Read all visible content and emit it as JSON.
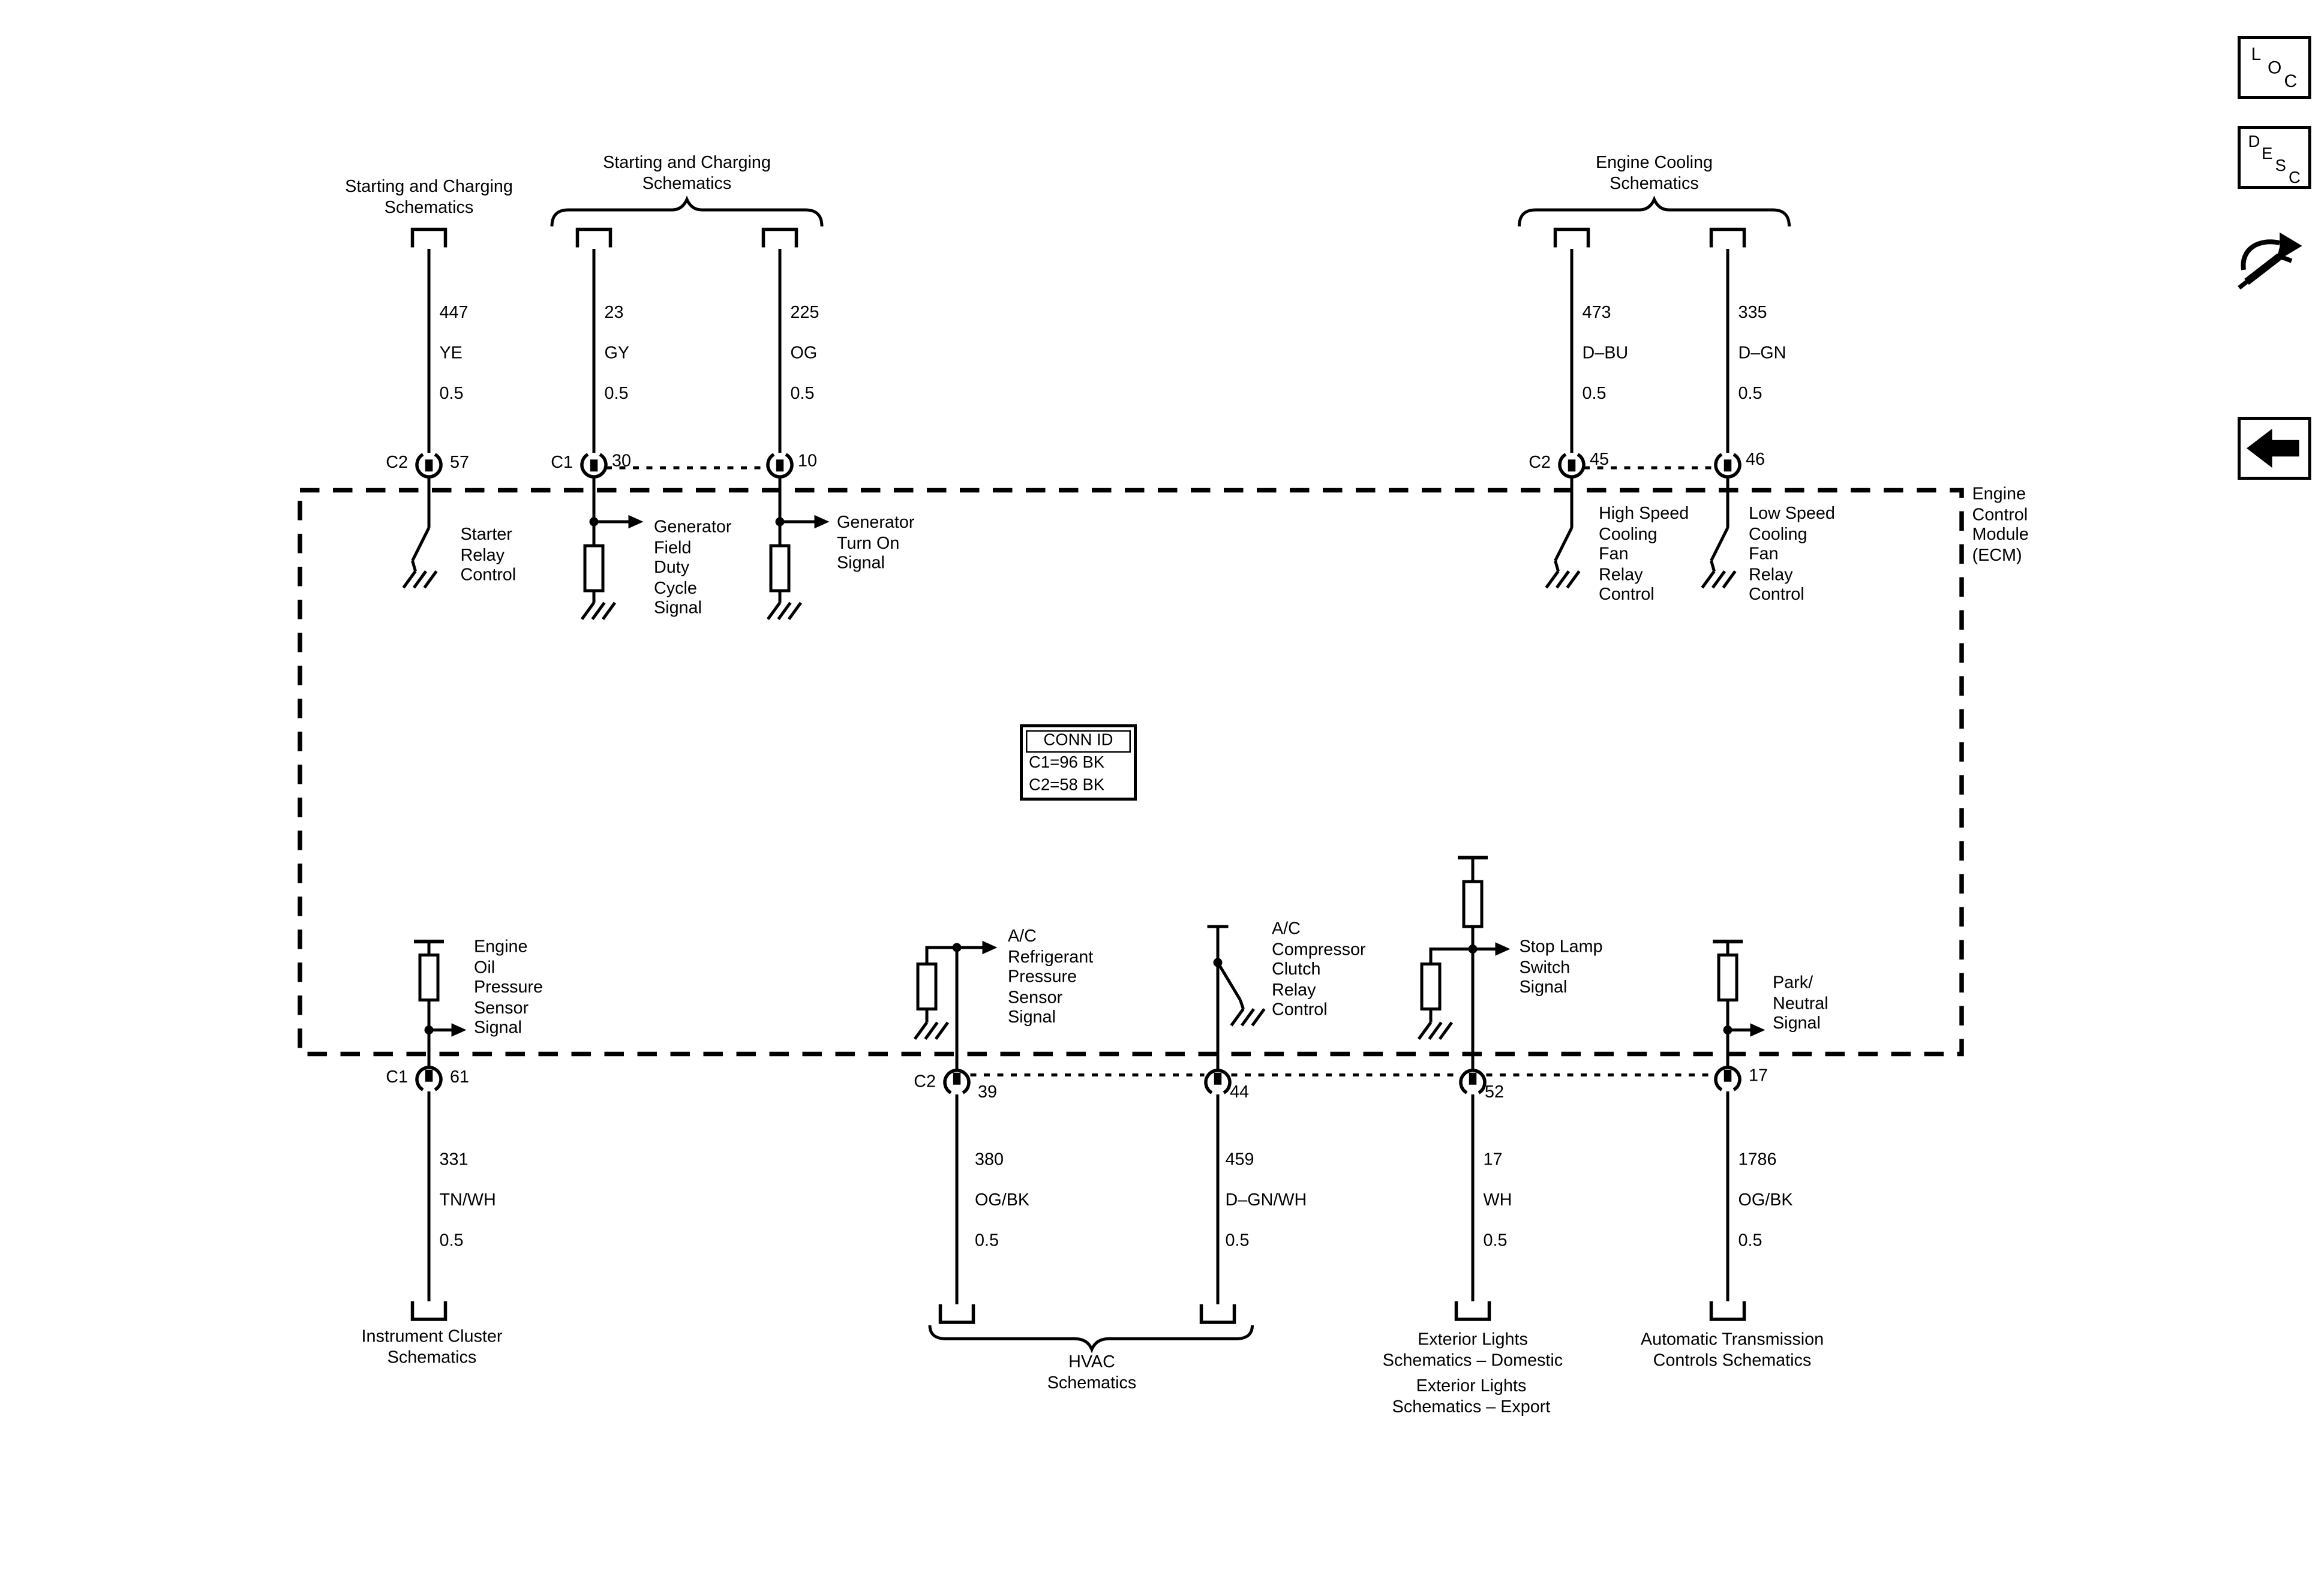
{
  "nav": {
    "loc": [
      "L",
      "O",
      "C"
    ],
    "desc": [
      "D",
      "E",
      "S",
      "C"
    ]
  },
  "ecm_label": "Engine\nControl\nModule\n(ECM)",
  "conn_id": {
    "title": "CONN ID",
    "row1": "C1=96 BK",
    "row2": "C2=58 BK"
  },
  "titles": {
    "starting1": "Starting and Charging\nSchematics",
    "starting2": "Starting and Charging\nSchematics",
    "cooling": "Engine Cooling\nSchematics"
  },
  "wires": {
    "w447": {
      "circuit": "447",
      "color": "YE",
      "gauge": "0.5"
    },
    "w23": {
      "circuit": "23",
      "color": "GY",
      "gauge": "0.5"
    },
    "w225": {
      "circuit": "225",
      "color": "OG",
      "gauge": "0.5"
    },
    "w473": {
      "circuit": "473",
      "color": "D–BU",
      "gauge": "0.5"
    },
    "w335": {
      "circuit": "335",
      "color": "D–GN",
      "gauge": "0.5"
    },
    "w331": {
      "circuit": "331",
      "color": "TN/WH",
      "gauge": "0.5"
    },
    "w380": {
      "circuit": "380",
      "color": "OG/BK",
      "gauge": "0.5"
    },
    "w459": {
      "circuit": "459",
      "color": "D–GN/WH",
      "gauge": "0.5"
    },
    "w17": {
      "circuit": "17",
      "color": "WH",
      "gauge": "0.5"
    },
    "w1786": {
      "circuit": "1786",
      "color": "OG/BK",
      "gauge": "0.5"
    }
  },
  "connectors": {
    "c2_57": {
      "name": "C2",
      "pin": "57"
    },
    "c1_30": {
      "name": "C1",
      "pin": "30"
    },
    "pin10": "10",
    "c2_45": {
      "name": "C2",
      "pin": "45"
    },
    "pin46": "46",
    "c1_61": {
      "name": "C1",
      "pin": "61"
    },
    "c2_39": {
      "name": "C2",
      "pin": "39"
    },
    "pin44": "44",
    "pin52": "52",
    "pin17": "17"
  },
  "signals": {
    "starter_relay": "Starter\nRelay\nControl",
    "gen_field": "Generator\nField\nDuty\nCycle\nSignal",
    "gen_turn_on": "Generator\nTurn On\nSignal",
    "high_fan": "High Speed\nCooling\nFan\nRelay\nControl",
    "low_fan": "Low Speed\nCooling\nFan\nRelay\nControl",
    "oil_pressure": "Engine\nOil\nPressure\nSensor\nSignal",
    "ac_pressure": "A/C\nRefrigerant\nPressure\nSensor\nSignal",
    "ac_clutch": "A/C\nCompressor\nClutch\nRelay\nControl",
    "stop_lamp": "Stop Lamp\nSwitch\nSignal",
    "park_neutral": "Park/\nNeutral\nSignal"
  },
  "refs": {
    "instrument": "Instrument Cluster\nSchematics",
    "hvac": "HVAC\nSchematics",
    "ext_domestic": "Exterior Lights\nSchematics – Domestic",
    "ext_export": "Exterior Lights\nSchematics – Export",
    "auto_trans": "Automatic Transmission\nControls Schematics"
  }
}
